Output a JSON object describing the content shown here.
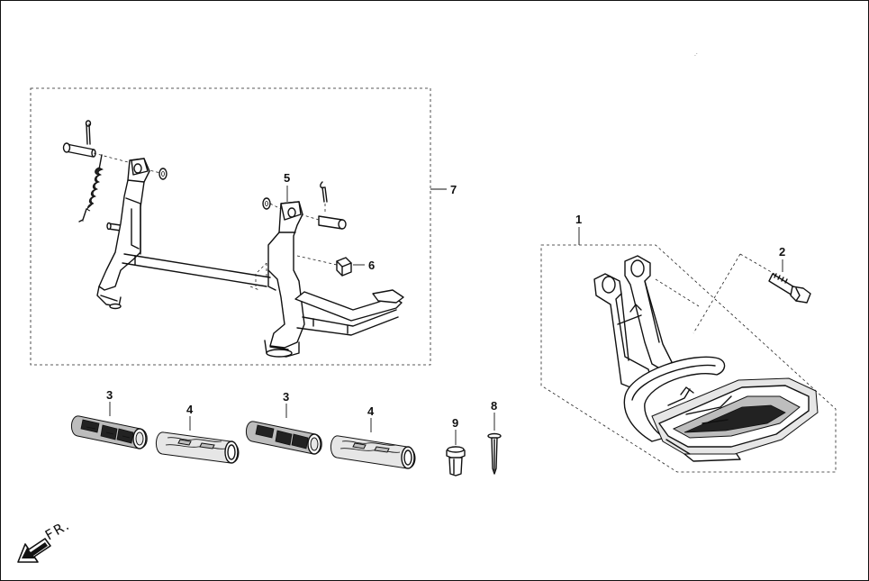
{
  "callouts": {
    "c1": "1",
    "c2": "2",
    "c3a": "3",
    "c3b": "3",
    "c4a": "4",
    "c4b": "4",
    "c5": "5",
    "c6": "6",
    "c7": "7",
    "c8": "8",
    "c9": "9"
  },
  "direction_label": "FR.",
  "icons": {
    "direction": "arrow-down-left-icon"
  }
}
